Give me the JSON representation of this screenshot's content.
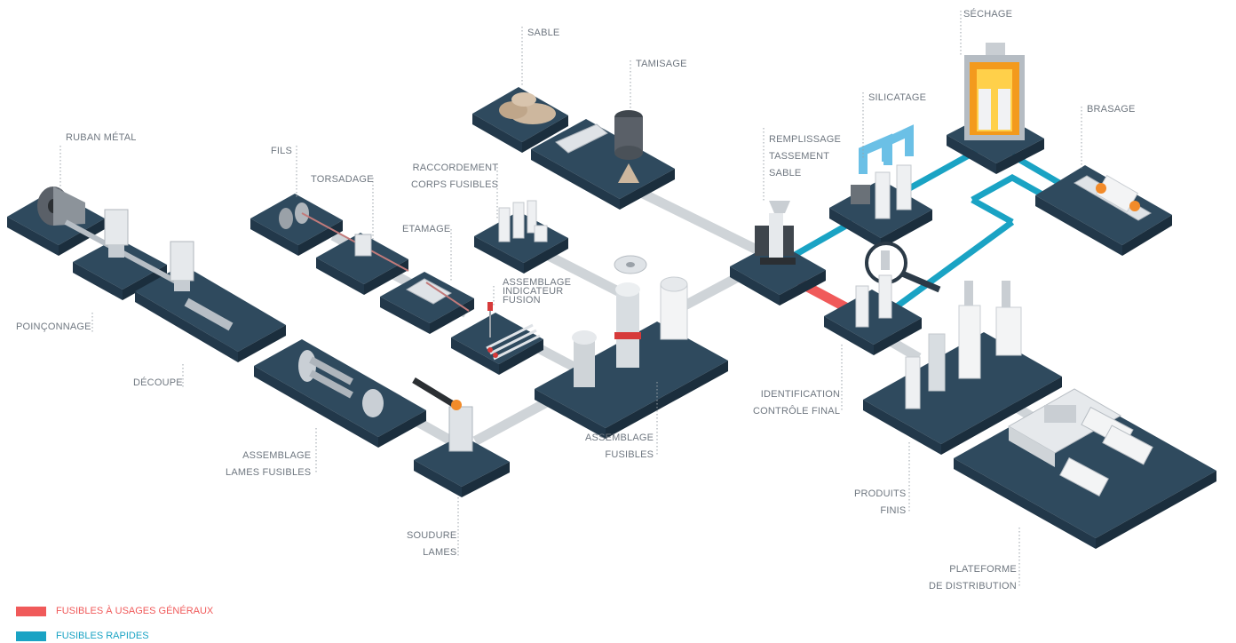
{
  "colors": {
    "platform_top": "#2f4a5e",
    "platform_side": "#22384a",
    "conveyor_gray": "#cfd4d8",
    "accent_red": "#f05a5a",
    "accent_blue": "#1aa3c4",
    "label_text": "#6f7780"
  },
  "labels": {
    "ruban_metal": [
      "RUBAN MÉTAL"
    ],
    "poinconnage": [
      "POINÇONNAGE"
    ],
    "decoupe": [
      "DÉCOUPE"
    ],
    "assemblage_lames": [
      "ASSEMBLAGE",
      "LAMES FUSIBLES"
    ],
    "soudure_lames": [
      "SOUDURE",
      "LAMES"
    ],
    "fils": [
      "FILS"
    ],
    "torsadage": [
      "TORSADAGE"
    ],
    "etamage": [
      "ETAMAGE"
    ],
    "raccordement": [
      "RACCORDEMENT",
      "CORPS FUSIBLES"
    ],
    "assemblage_indicateur": [
      "ASSEMBLAGE",
      "INDICATEUR",
      "FUSION"
    ],
    "assemblage_fusibles": [
      "ASSEMBLAGE",
      "FUSIBLES"
    ],
    "sable": [
      "SABLE"
    ],
    "tamisage": [
      "TAMISAGE"
    ],
    "remplissage": [
      "REMPLISSAGE",
      "TASSEMENT",
      "SABLE"
    ],
    "silicatage": [
      "SILICATAGE"
    ],
    "sechage": [
      "SÉCHAGE"
    ],
    "brasage": [
      "BRASAGE"
    ],
    "identification": [
      "IDENTIFICATION",
      "CONTRÔLE FINAL"
    ],
    "produits_finis": [
      "PRODUITS",
      "FINIS"
    ],
    "plateforme": [
      "PLATEFORME",
      "DE DISTRIBUTION"
    ]
  },
  "legend": [
    {
      "label": "FUSIBLES À USAGES GÉNÉRAUX",
      "color": "#f05a5a"
    },
    {
      "label": "FUSIBLES  RAPIDES",
      "color": "#1aa3c4"
    }
  ]
}
